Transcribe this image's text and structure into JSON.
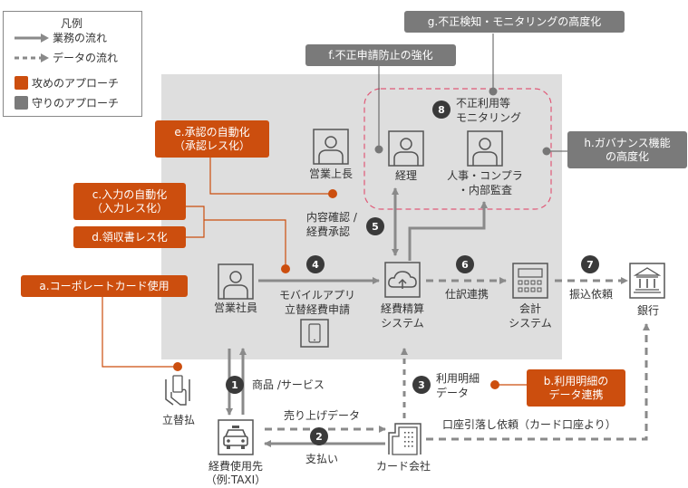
{
  "legend": {
    "title": "凡例",
    "business_flow": "業務の流れ",
    "data_flow": "データの流れ",
    "offense": "攻めのアプローチ",
    "defense": "守りのアプローチ"
  },
  "colors": {
    "offense": "#cc4e0e",
    "defense": "#7a7a7a",
    "monitoring_border": "#e05a78",
    "region_bg": "#dedede",
    "arrow": "#8a8a8a"
  },
  "approaches": {
    "a": "a.コーポレートカード使用",
    "b_line1": "b.利用明細の",
    "b_line2": "データ連携",
    "c_line1": "c.入力の自動化",
    "c_line2": "（入力レス化）",
    "d": "d.領収書レス化",
    "e_line1": "e.承認の自動化",
    "e_line2": "（承認レス化）",
    "f": "f.不正申請防止の強化",
    "g": "g.不正検知・モニタリングの高度化",
    "h_line1": "h.ガバナンス機能",
    "h_line2": "の高度化"
  },
  "actors": {
    "sales_manager": "営業上長",
    "accounting": "経理",
    "hr_line1": "人事・コンプラ",
    "hr_line2": "・内部監査",
    "sales_staff": "営業社員",
    "expense_system_line1": "経費精算",
    "expense_system_line2": "システム",
    "accounting_system_line1": "会計",
    "accounting_system_line2": "システム",
    "bank": "銀行",
    "advance_payment": "立替払",
    "vendor_line1": "経費使用先",
    "vendor_line2": "（例:TAXI）",
    "card_company": "カード会社"
  },
  "steps": {
    "s1": {
      "num": "1",
      "label": "商品 /サービス"
    },
    "s2": {
      "num": "2",
      "label_top": "売り上げデータ",
      "label_bottom": "支払い"
    },
    "s3": {
      "num": "3",
      "line1": "利用明細",
      "line2": "データ"
    },
    "s4": {
      "num": "4",
      "line1": "モバイルアプリ",
      "line2": "立替経費申請"
    },
    "s5": {
      "num": "5",
      "line1": "内容確認 /",
      "line2": "経費承認"
    },
    "s6": {
      "num": "6",
      "label": "仕訳連携"
    },
    "s7": {
      "num": "7",
      "label": "振込依頼"
    },
    "s8": {
      "num": "8",
      "line1": "不正利用等",
      "line2": "モニタリング"
    }
  },
  "debit_request": "口座引落し依頼（カード口座より）"
}
